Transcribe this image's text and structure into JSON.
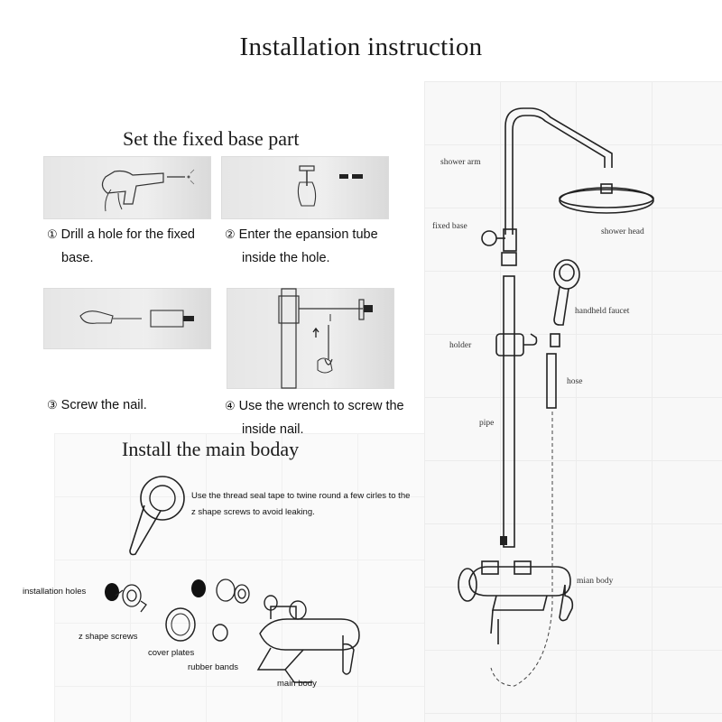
{
  "title": "Installation instruction",
  "section_fixed_base": "Set the fixed base part",
  "section_main_body": "Install the main boday",
  "steps": [
    {
      "num": "①",
      "line1": "Drill a hole for the fixed",
      "line2": "base."
    },
    {
      "num": "②",
      "line1": "Enter the epansion tube",
      "line2": "inside the hole."
    },
    {
      "num": "③",
      "line1": "Screw the nail.",
      "line2": ""
    },
    {
      "num": "④",
      "line1": "Use the wrench to screw the",
      "line2": "inside nail."
    }
  ],
  "tape_note": {
    "line1": "Use the thread seal tape to twine round a few cirles  to the",
    "line2": "z shape screws to avoid leaking."
  },
  "main_body_labels": {
    "installation_holes": "installation holes",
    "z_shape_screws": "z shape screws",
    "cover_plates": "cover plates",
    "rubber_bands": "rubber bands",
    "main_body": "main body"
  },
  "shower_labels": {
    "shower_arm": "shower arm",
    "fixed_base": "fixed base",
    "shower_head": "shower head",
    "handheld_faucet": "handheld faucet",
    "holder": "holder",
    "hose": "hose",
    "pipe": "pipe",
    "mian_body": "mian body"
  },
  "colors": {
    "panel_bg": "#e6e6e6",
    "line": "#222222",
    "text": "#111111"
  }
}
